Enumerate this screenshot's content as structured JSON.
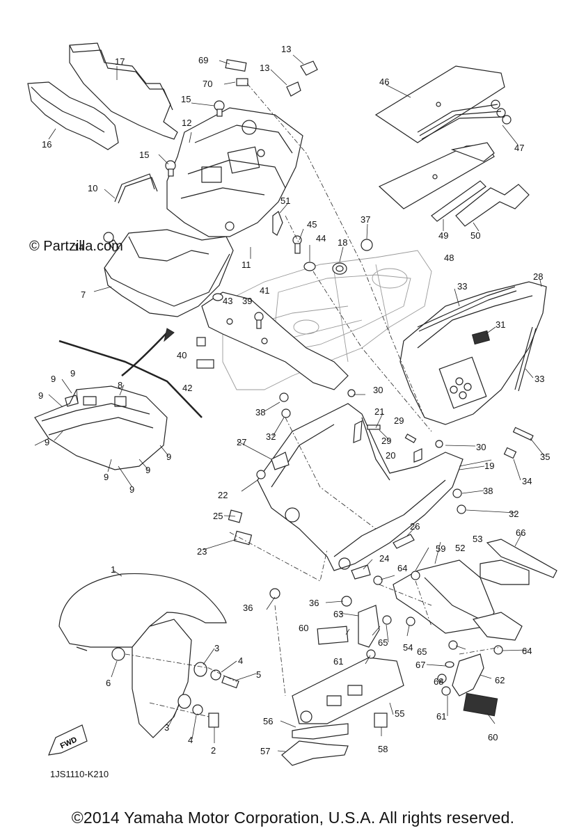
{
  "watermark": "© Partzilla.com",
  "diagram_code": "1JS1110-K210",
  "fwd_label": "FWD",
  "copyright": "©2014 Yamaha Motor Corporation, U.S.A. All rights reserved.",
  "callouts": {
    "c1": "1",
    "c2": "2",
    "c3a": "3",
    "c3b": "3",
    "c4a": "4",
    "c4b": "4",
    "c5": "5",
    "c6": "6",
    "c7": "7",
    "c8": "8",
    "c9a": "9",
    "c9b": "9",
    "c9c": "9",
    "c9d": "9",
    "c9e": "9",
    "c9f": "9",
    "c9g": "9",
    "c9h": "9",
    "c10": "10",
    "c11": "11",
    "c12": "12",
    "c13a": "13",
    "c13b": "13",
    "c14": "14",
    "c15a": "15",
    "c15b": "15",
    "c16": "16",
    "c17": "17",
    "c18": "18",
    "c19": "19",
    "c20": "20",
    "c21": "21",
    "c22": "22",
    "c23": "23",
    "c24": "24",
    "c25": "25",
    "c26": "26",
    "c27": "27",
    "c28": "28",
    "c29a": "29",
    "c29b": "29",
    "c30a": "30",
    "c30b": "30",
    "c31": "31",
    "c32a": "32",
    "c32b": "32",
    "c33a": "33",
    "c33b": "33",
    "c34": "34",
    "c35": "35",
    "c36a": "36",
    "c36b": "36",
    "c37": "37",
    "c38a": "38",
    "c38b": "38",
    "c39": "39",
    "c40": "40",
    "c41": "41",
    "c42": "42",
    "c43": "43",
    "c44": "44",
    "c45": "45",
    "c46": "46",
    "c47": "47",
    "c48": "48",
    "c49": "49",
    "c50": "50",
    "c51": "51",
    "c52": "52",
    "c53": "53",
    "c54": "54",
    "c55": "55",
    "c56": "56",
    "c57": "57",
    "c58": "58",
    "c59": "59",
    "c60a": "60",
    "c60b": "60",
    "c61a": "61",
    "c61b": "61",
    "c62": "62",
    "c63": "63",
    "c64a": "64",
    "c64b": "64",
    "c65a": "65",
    "c65b": "65",
    "c66": "66",
    "c67": "67",
    "c68": "68",
    "c69": "69",
    "c70": "70"
  }
}
